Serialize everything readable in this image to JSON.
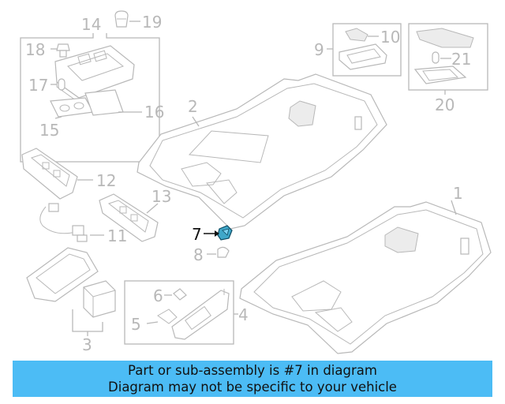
{
  "diagram": {
    "highlighted_part": "7",
    "accent_color": "#4cbcf5",
    "highlight_part_color": "#3fa7c9",
    "callouts": [
      "1",
      "2",
      "3",
      "4",
      "5",
      "6",
      "7",
      "8",
      "9",
      "10",
      "11",
      "12",
      "13",
      "14",
      "15",
      "16",
      "17",
      "18",
      "19",
      "20",
      "21"
    ]
  },
  "banner": {
    "line1": "Part or sub-assembly is #7 in diagram",
    "line2": "Diagram may not be specific to your vehicle"
  }
}
